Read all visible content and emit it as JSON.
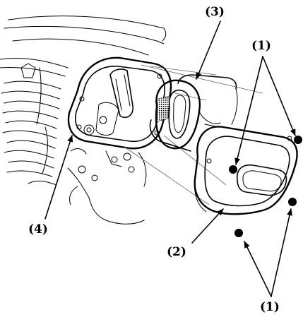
{
  "callouts": {
    "screws_top": "(1)",
    "screws_bottom": "(1)",
    "cover": "(2)",
    "filter_element": "(3)",
    "housing_opening": "(4)"
  }
}
